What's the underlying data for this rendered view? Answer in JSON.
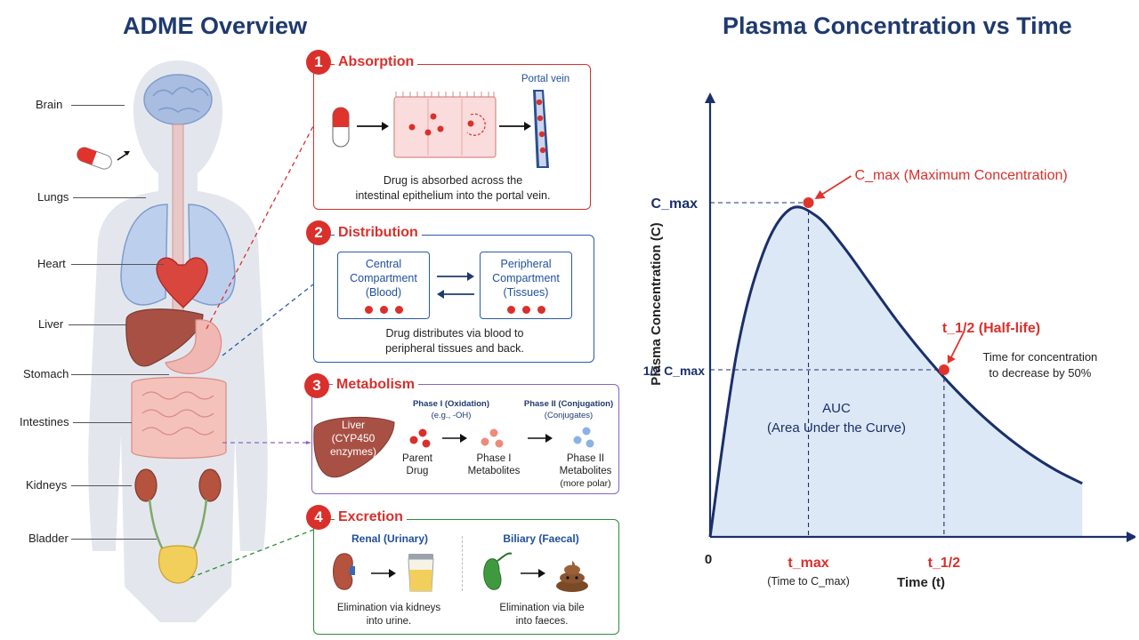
{
  "left": {
    "title": "ADME Overview",
    "organs": [
      "Brain",
      "Lungs",
      "Heart",
      "Liver",
      "Stomach",
      "Intestines",
      "Kidneys",
      "Bladder"
    ]
  },
  "absorption": {
    "num": "1",
    "title": "Absorption",
    "portal": "Portal vein",
    "caption1": "Drug is absorbed across the",
    "caption2": "intestinal epithelium into the portal vein."
  },
  "distribution": {
    "num": "2",
    "title": "Distribution",
    "central1": "Central",
    "central2": "Compartment",
    "central3": "(Blood)",
    "peripheral1": "Peripheral",
    "peripheral2": "Compartment",
    "peripheral3": "(Tissues)",
    "caption1": "Drug distributes via blood to",
    "caption2": "peripheral tissues and back."
  },
  "metabolism": {
    "num": "3",
    "title": "Metabolism",
    "liver1": "Liver",
    "liver2": "(CYP450",
    "liver3": "enzymes)",
    "phase1_title": "Phase I (Oxidation)",
    "phase1_sub": "(e.g., -OH)",
    "phase2_title": "Phase II (Conjugation)",
    "phase2_sub": "(Conjugates)",
    "parent1": "Parent",
    "parent2": "Drug",
    "m1a": "Phase I",
    "m1b": "Metabolites",
    "m2a": "Phase II",
    "m2b": "Metabolites",
    "m2c": "(more polar)"
  },
  "excretion": {
    "num": "4",
    "title": "Excretion",
    "renal": "Renal (Urinary)",
    "biliary": "Biliary (Faecal)",
    "renal_cap1": "Elimination via kidneys",
    "renal_cap2": "into urine.",
    "biliary_cap1": "Elimination via bile",
    "biliary_cap2": "into faeces."
  },
  "colors": {
    "red": "#d9302c",
    "blue": "#2a5aa8",
    "purple": "#8a62c8",
    "green": "#2e8a3a",
    "navy": "#1f3a6e"
  },
  "chart_data": {
    "type": "area",
    "title": "Plasma Concentration vs Time",
    "xlabel": "Time (t)",
    "ylabel": "Plasma Concentration (C)",
    "x_origin_label": "0",
    "x_ticks": [
      "t_max",
      "t_1/2"
    ],
    "x_tick_sub": "(Time to C_max)",
    "y_ticks": [
      "C_max",
      "1/2 C_max"
    ],
    "x": [
      0,
      0.5,
      1,
      1.5,
      2,
      2.5,
      3,
      3.5,
      4,
      4.5,
      5,
      5.5,
      6,
      6.5,
      7
    ],
    "y": [
      0,
      0.55,
      0.85,
      0.98,
      0.96,
      0.87,
      0.76,
      0.65,
      0.55,
      0.46,
      0.38,
      0.31,
      0.25,
      0.2,
      0.16
    ],
    "ylim": [
      0,
      1.25
    ],
    "xlim": [
      0,
      7.8
    ],
    "points": [
      {
        "name": "cmax",
        "label": "C_max (Maximum Concentration)",
        "x": 1.85,
        "y": 1.0
      },
      {
        "name": "half-life",
        "label": "t_1/2 (Half-life)",
        "note1": "Time for concentration",
        "note2": "to decrease by 50%",
        "x": 4.4,
        "y": 0.5
      }
    ],
    "auc_label1": "AUC",
    "auc_label2": "(Area Under the Curve)",
    "grid": false
  }
}
